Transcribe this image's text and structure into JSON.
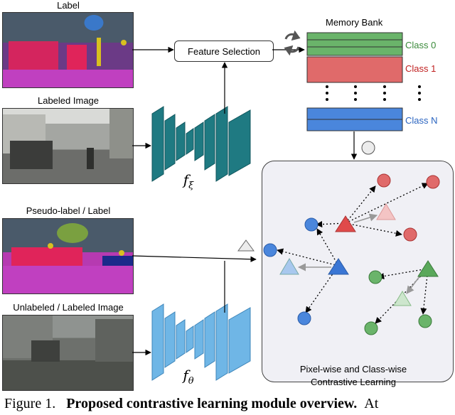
{
  "labels": {
    "label_top": "Label",
    "labeled_image": "Labeled Image",
    "pseudo_label": "Pseudo-label / Label",
    "unlabeled_image": "Unlabeled / Labeled Image",
    "feature_selection": "Feature Selection",
    "memory_bank": "Memory Bank",
    "class0": "Class 0",
    "class1": "Class 1",
    "classN": "Class N",
    "pane_line1": "Pixel-wise and Class-wise",
    "pane_line2": "Contrastive Learning",
    "f_xi": "f",
    "f_xi_sub": "ξ",
    "f_theta": "f",
    "f_theta_sub": "θ"
  },
  "caption": {
    "prefix": "Figure 1.",
    "bold": "Proposed contrastive learning module overview.",
    "suffix": "At"
  },
  "colors": {
    "encoder_top": "#1f7a82",
    "encoder_bottom": "#6fb6e6",
    "class0": "#6ab46a",
    "class1": "#e06a6a",
    "classN": "#4a86dc",
    "pane_bg": "#f0f0f5"
  },
  "icons": [
    "refresh-icon"
  ]
}
